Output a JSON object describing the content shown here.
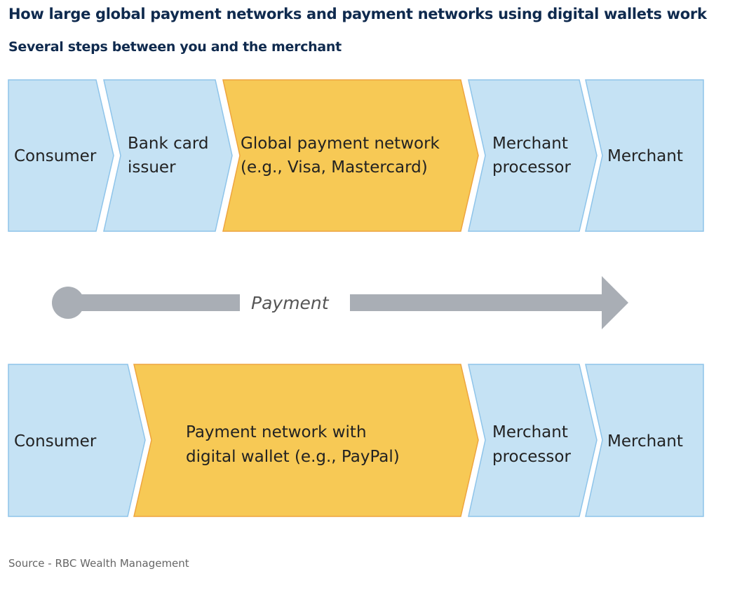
{
  "title": "How large global payment networks and payment networks using digital wallets work",
  "subtitle": "Several steps between you and the merchant",
  "top_row": [
    {
      "lines": [
        "Consumer"
      ],
      "color": "#c5e2f4"
    },
    {
      "lines": [
        "Bank card",
        "issuer"
      ],
      "color": "#c5e2f4"
    },
    {
      "lines": [
        "Global payment network",
        "(e.g., Visa, Mastercard)"
      ],
      "color": "#f7c955"
    },
    {
      "lines": [
        "Merchant",
        "processor"
      ],
      "color": "#c5e2f4"
    },
    {
      "lines": [
        "Merchant"
      ],
      "color": "#c5e2f4"
    }
  ],
  "payment_label": "Payment",
  "bottom_row": [
    {
      "lines": [
        "Consumer"
      ],
      "color": "#c5e2f4"
    },
    {
      "lines": [
        "Payment network with",
        "digital wallet (e.g., PayPal)"
      ],
      "color": "#f7c955"
    },
    {
      "lines": [
        "Merchant",
        "processor"
      ],
      "color": "#c5e2f4"
    },
    {
      "lines": [
        "Merchant"
      ],
      "color": "#c5e2f4"
    }
  ],
  "source": "Source - RBC Wealth Management"
}
